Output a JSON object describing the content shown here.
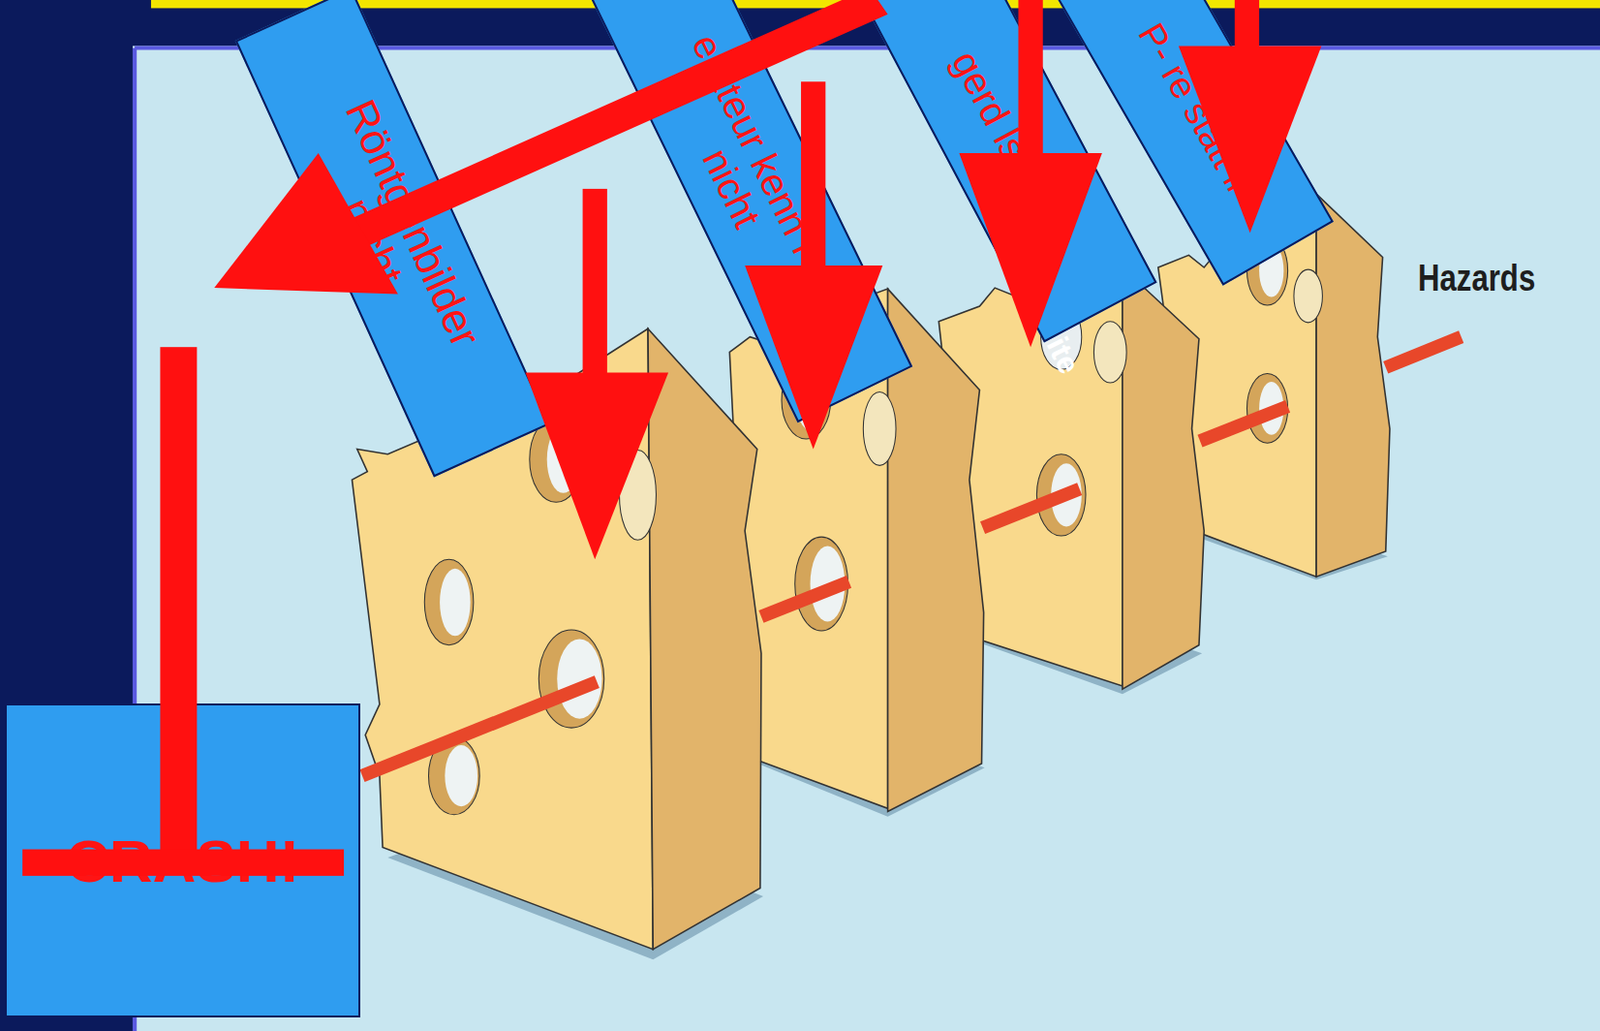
{
  "diagram": {
    "nodes": [
      {
        "text": [
          "Röntgenbilder nicht"
        ]
      },
      {
        "text": [
          "erateur kenn Pat. nicht"
        ]
      },
      {
        "text": [
          "gerd lsche"
        ]
      },
      {
        "text": [
          "P- re statt li"
        ]
      },
      {
        "text": [
          "CRASH!"
        ]
      }
    ],
    "labels": [
      "Hazards",
      "ite"
    ]
  }
}
